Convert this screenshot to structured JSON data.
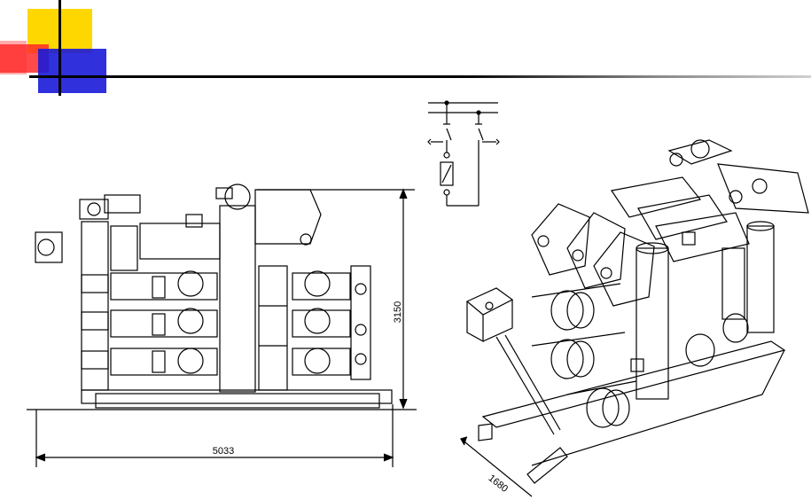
{
  "dimensions": {
    "height": "3150",
    "width": "5033",
    "depth": "1680"
  },
  "colors": {
    "deco_yellow": "#ffd700",
    "deco_red": "#ff2a2a",
    "deco_blue": "#1a1ad9",
    "line": "#000000",
    "fill": "#ffffff"
  }
}
